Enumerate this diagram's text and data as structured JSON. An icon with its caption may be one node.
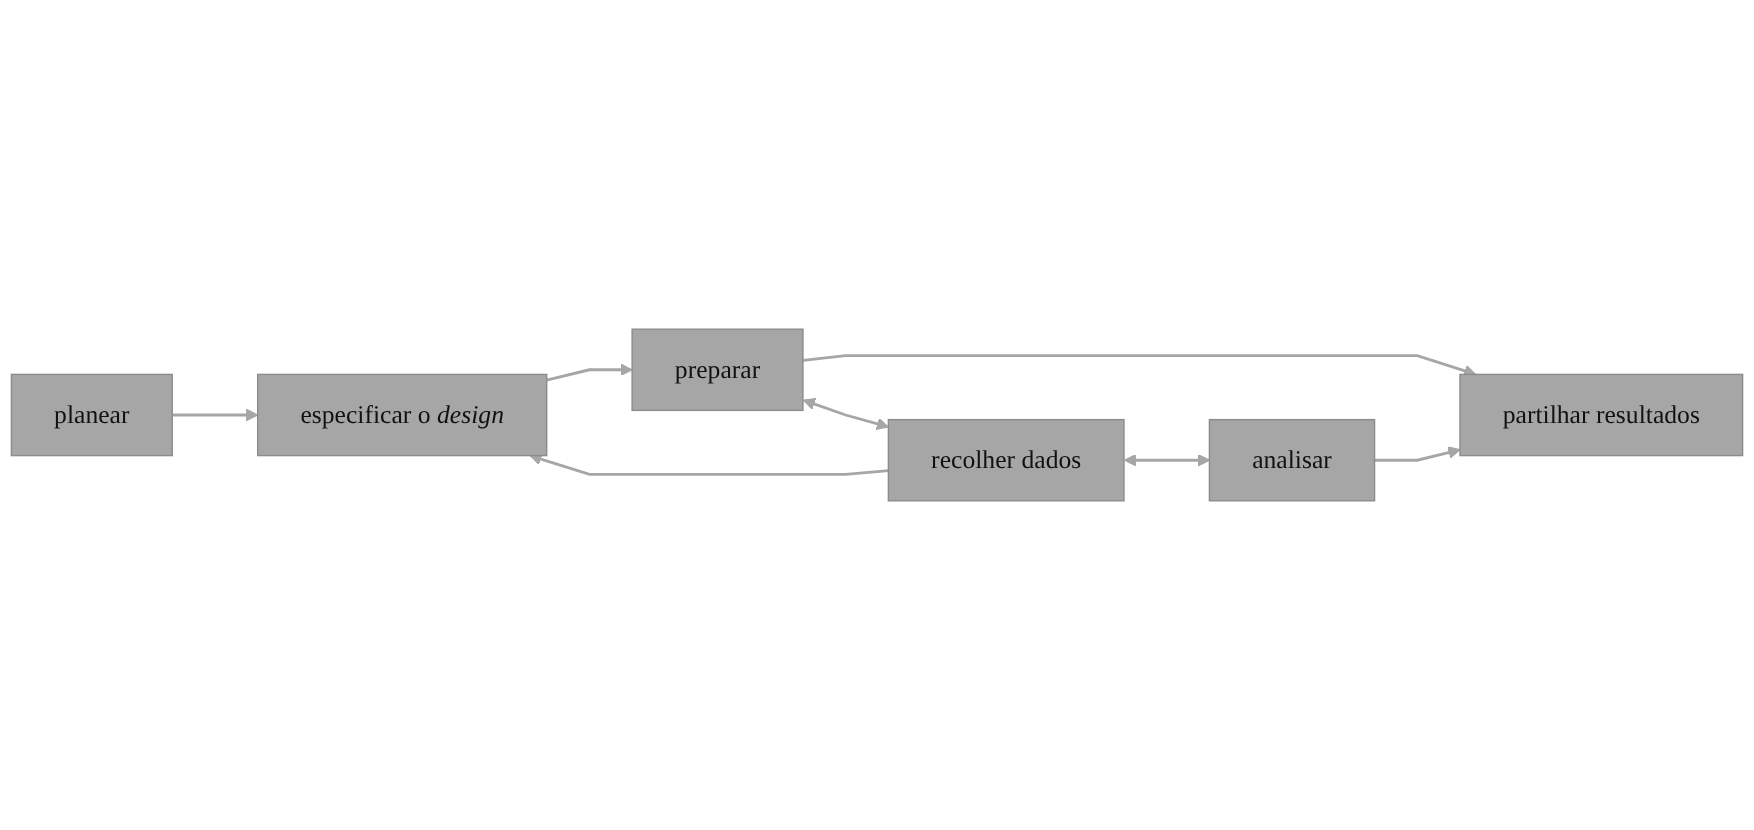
{
  "diagram": {
    "nodes": [
      {
        "text": [
          "planear"
        ]
      },
      {
        "text": [
          "especificar o *design*"
        ]
      },
      {
        "text": [
          "preparar"
        ]
      },
      {
        "text": [
          "recolher dados"
        ]
      },
      {
        "text": [
          "analisar"
        ]
      },
      {
        "text": [
          "partilhar resultados"
        ]
      }
    ],
    "edges": [
      {
        "from": 0,
        "to": 1,
        "arrow": "to"
      },
      {
        "from": 1,
        "to": 2,
        "arrow": "to"
      },
      {
        "from": 2,
        "to": 3,
        "arrow": "both"
      },
      {
        "from": 3,
        "to": 1,
        "arrow": "to"
      },
      {
        "from": 2,
        "to": 5,
        "arrow": "to"
      },
      {
        "from": 3,
        "to": 4,
        "arrow": "both"
      },
      {
        "from": 4,
        "to": 5,
        "arrow": "to"
      }
    ]
  }
}
